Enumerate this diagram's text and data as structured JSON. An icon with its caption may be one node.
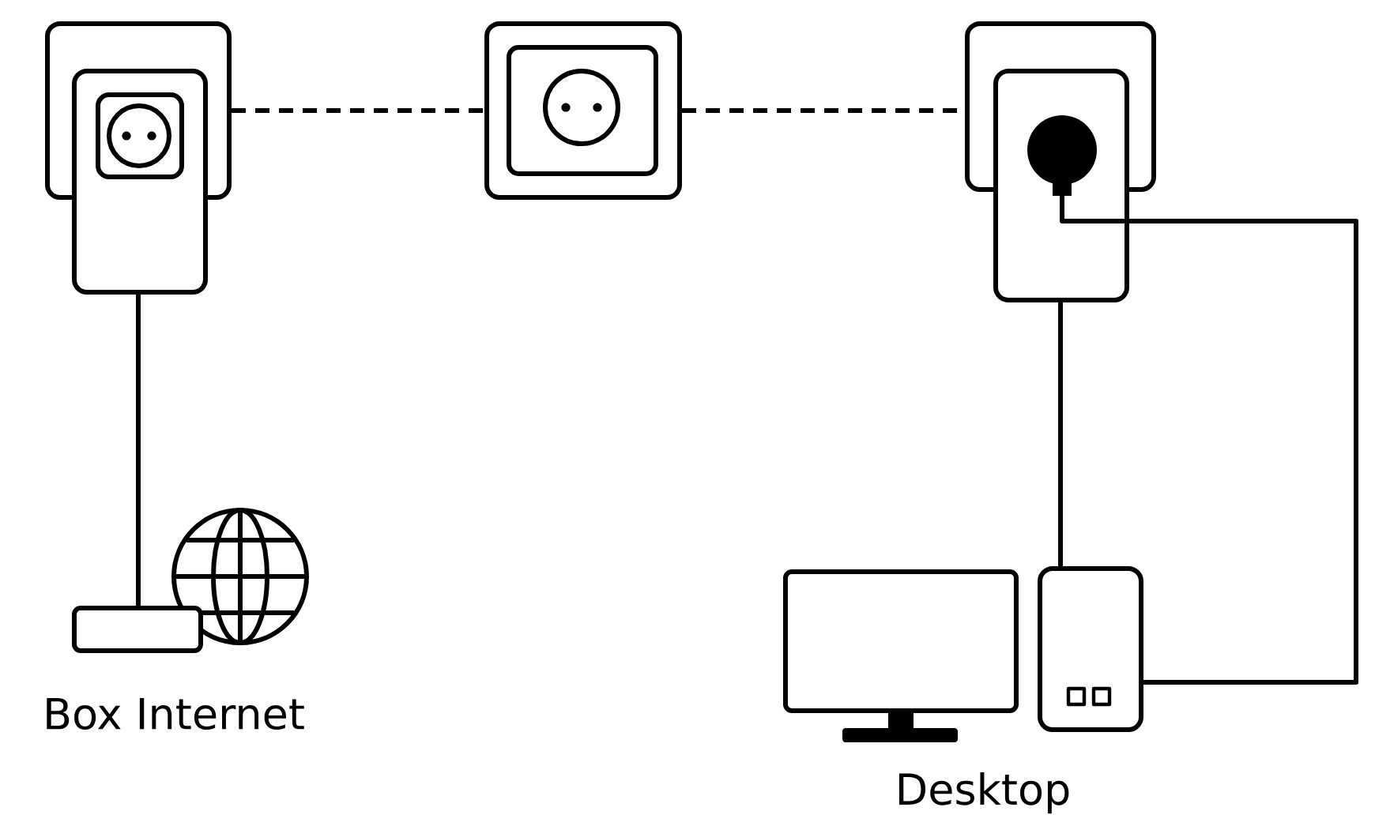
{
  "diagram": {
    "nodes": [
      {
        "text": [],
        "shape": "box"
      },
      {
        "text": [],
        "shape": "box"
      },
      {
        "text": [],
        "shape": "box"
      },
      {
        "text": [],
        "shape": "box"
      },
      {
        "text": [],
        "shape": "box"
      }
    ],
    "edges": [
      {
        "from": 0,
        "to": 1,
        "arrow": "none",
        "style": "dashed"
      },
      {
        "from": 1,
        "to": 2,
        "arrow": "none",
        "style": "dashed"
      },
      {
        "from": 0,
        "to": 3,
        "arrow": "none"
      },
      {
        "from": 2,
        "to": 4,
        "arrow": "none"
      },
      {
        "from": 2,
        "to": 4,
        "arrow": "none"
      }
    ],
    "labels": [
      "Box Internet",
      "Desktop"
    ]
  }
}
